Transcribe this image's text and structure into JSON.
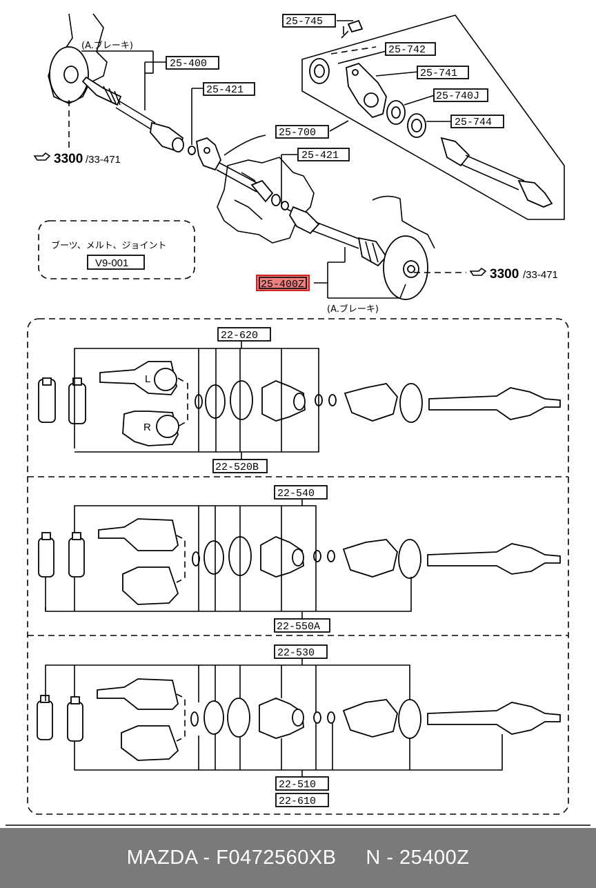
{
  "callouts": {
    "c25745": "25-745",
    "c25742": "25-742",
    "c25741": "25-741",
    "c25740j": "25-740J",
    "c25744": "25-744",
    "c25400": "25-400",
    "c25421a": "25-421",
    "c25700": "25-700",
    "c25421b": "25-421",
    "c25400z": "25-400Z",
    "v9001": "V9-001",
    "c22620": "22-620",
    "c22520b": "22-520B",
    "c22540": "22-540",
    "c22550a": "22-550A",
    "c22530": "22-530",
    "c22510": "22-510",
    "c22610": "22-610"
  },
  "notes": {
    "brake_top": "(A.ブレーキ)",
    "brake_bottom": "(A.ブレーキ)",
    "boot_box": "ブーツ、メルト、ジョイント",
    "ref_left_main": "3300",
    "ref_left_sub": "/33-471",
    "ref_right_main": "3300",
    "ref_right_sub": "/33-471",
    "letter_l": "L",
    "letter_r": "R"
  },
  "colors": {
    "highlight_fill": "#f08080",
    "highlight_stroke": "#d02020",
    "footer_bg": "#7a7a7a"
  },
  "icons": {
    "ref_hand": "pointing-hand-icon"
  },
  "footer": {
    "brand": "MAZDA - F0472560XB",
    "part": "N - 25400Z"
  }
}
